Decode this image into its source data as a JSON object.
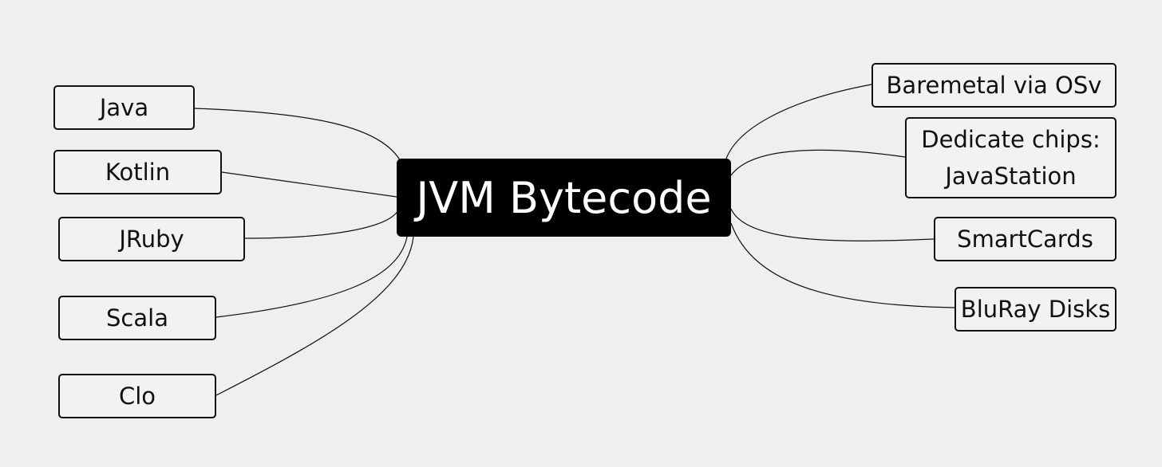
{
  "center": {
    "label": "JVM Bytecode"
  },
  "languages": [
    {
      "label": "Java"
    },
    {
      "label": "Kotlin"
    },
    {
      "label": "JRuby"
    },
    {
      "label": "Scala"
    },
    {
      "label": "Clo"
    }
  ],
  "targets": [
    {
      "lines": [
        "Baremetal via OSv"
      ]
    },
    {
      "lines": [
        "Dedicate chips:",
        "JavaStation"
      ]
    },
    {
      "lines": [
        "SmartCards"
      ]
    },
    {
      "lines": [
        "BluRay Disks"
      ]
    }
  ]
}
